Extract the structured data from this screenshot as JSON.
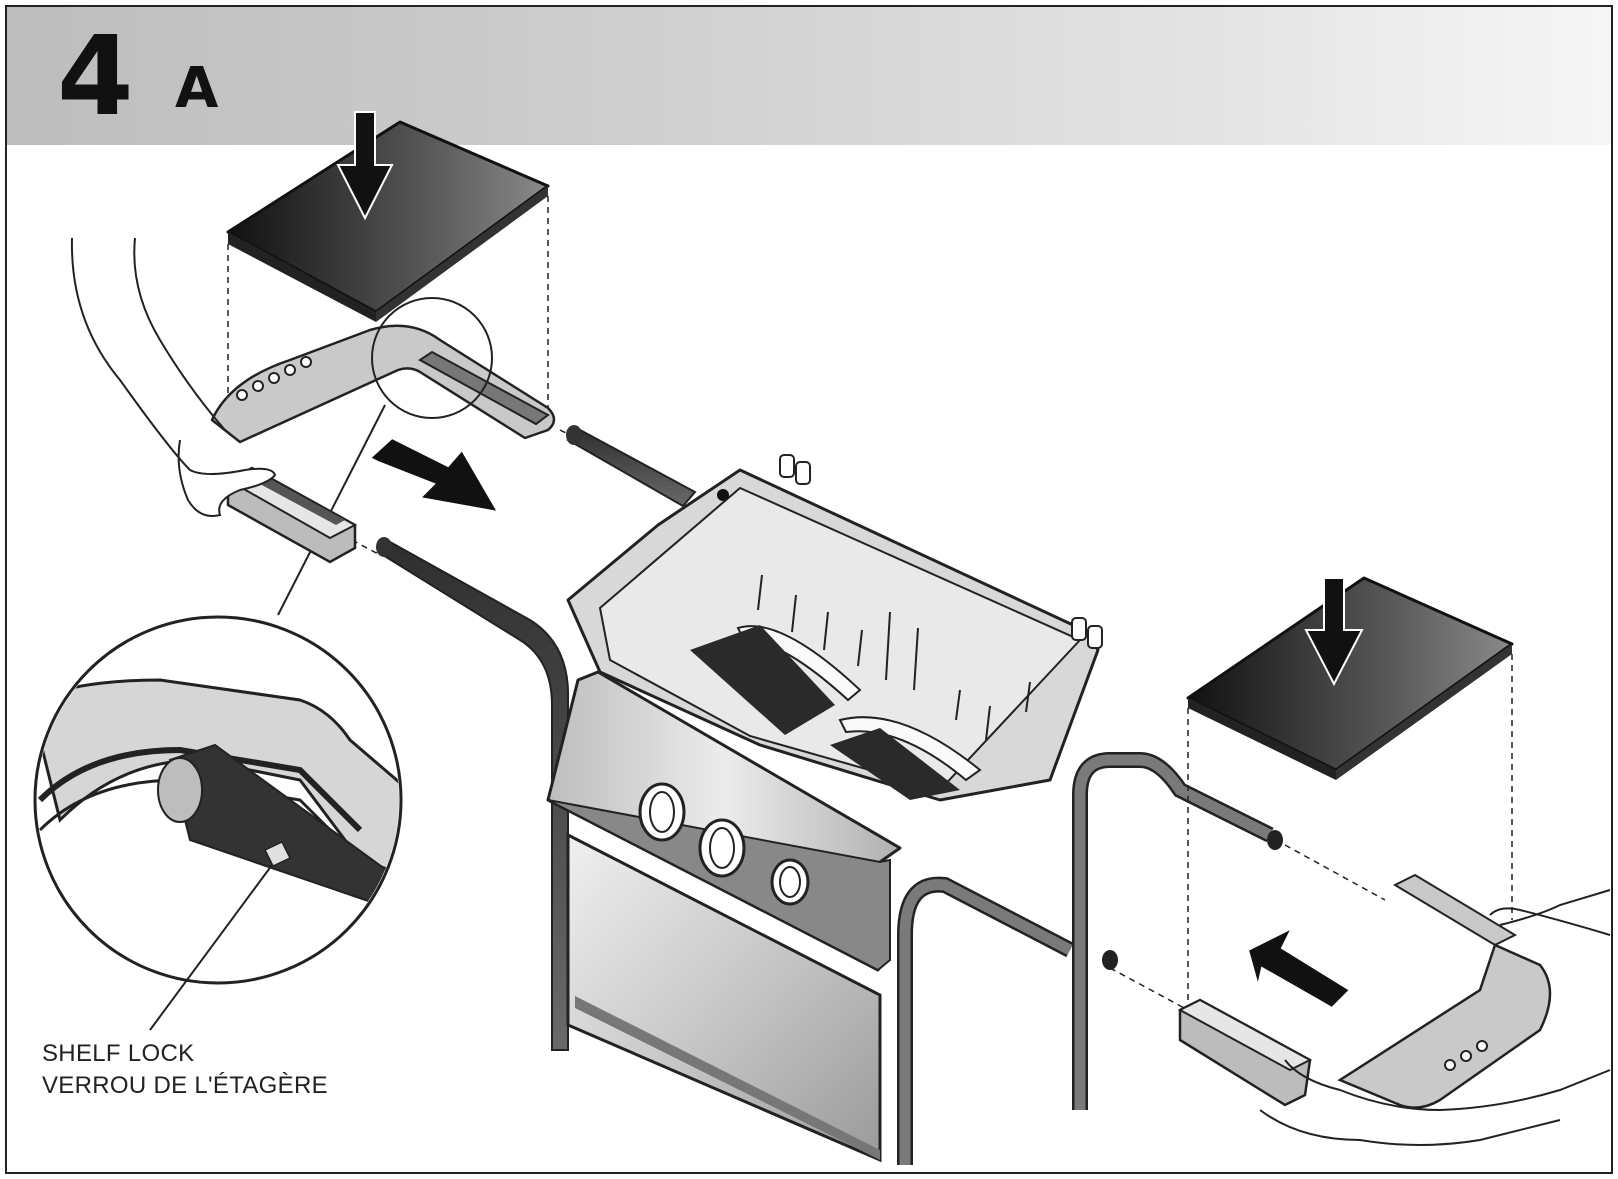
{
  "step": {
    "number": "4",
    "letter": "A"
  },
  "callout": {
    "label_en": "SHELF LOCK",
    "label_fr": "VERROU DE L'ÉTAGÈRE"
  },
  "icons": [
    "down-arrow-icon",
    "right-arrow-icon",
    "left-arrow-icon"
  ],
  "colors": {
    "shelf_dark": "#1e1e1e",
    "tube": "#555555",
    "frame_gray": "#9a9a9a"
  }
}
